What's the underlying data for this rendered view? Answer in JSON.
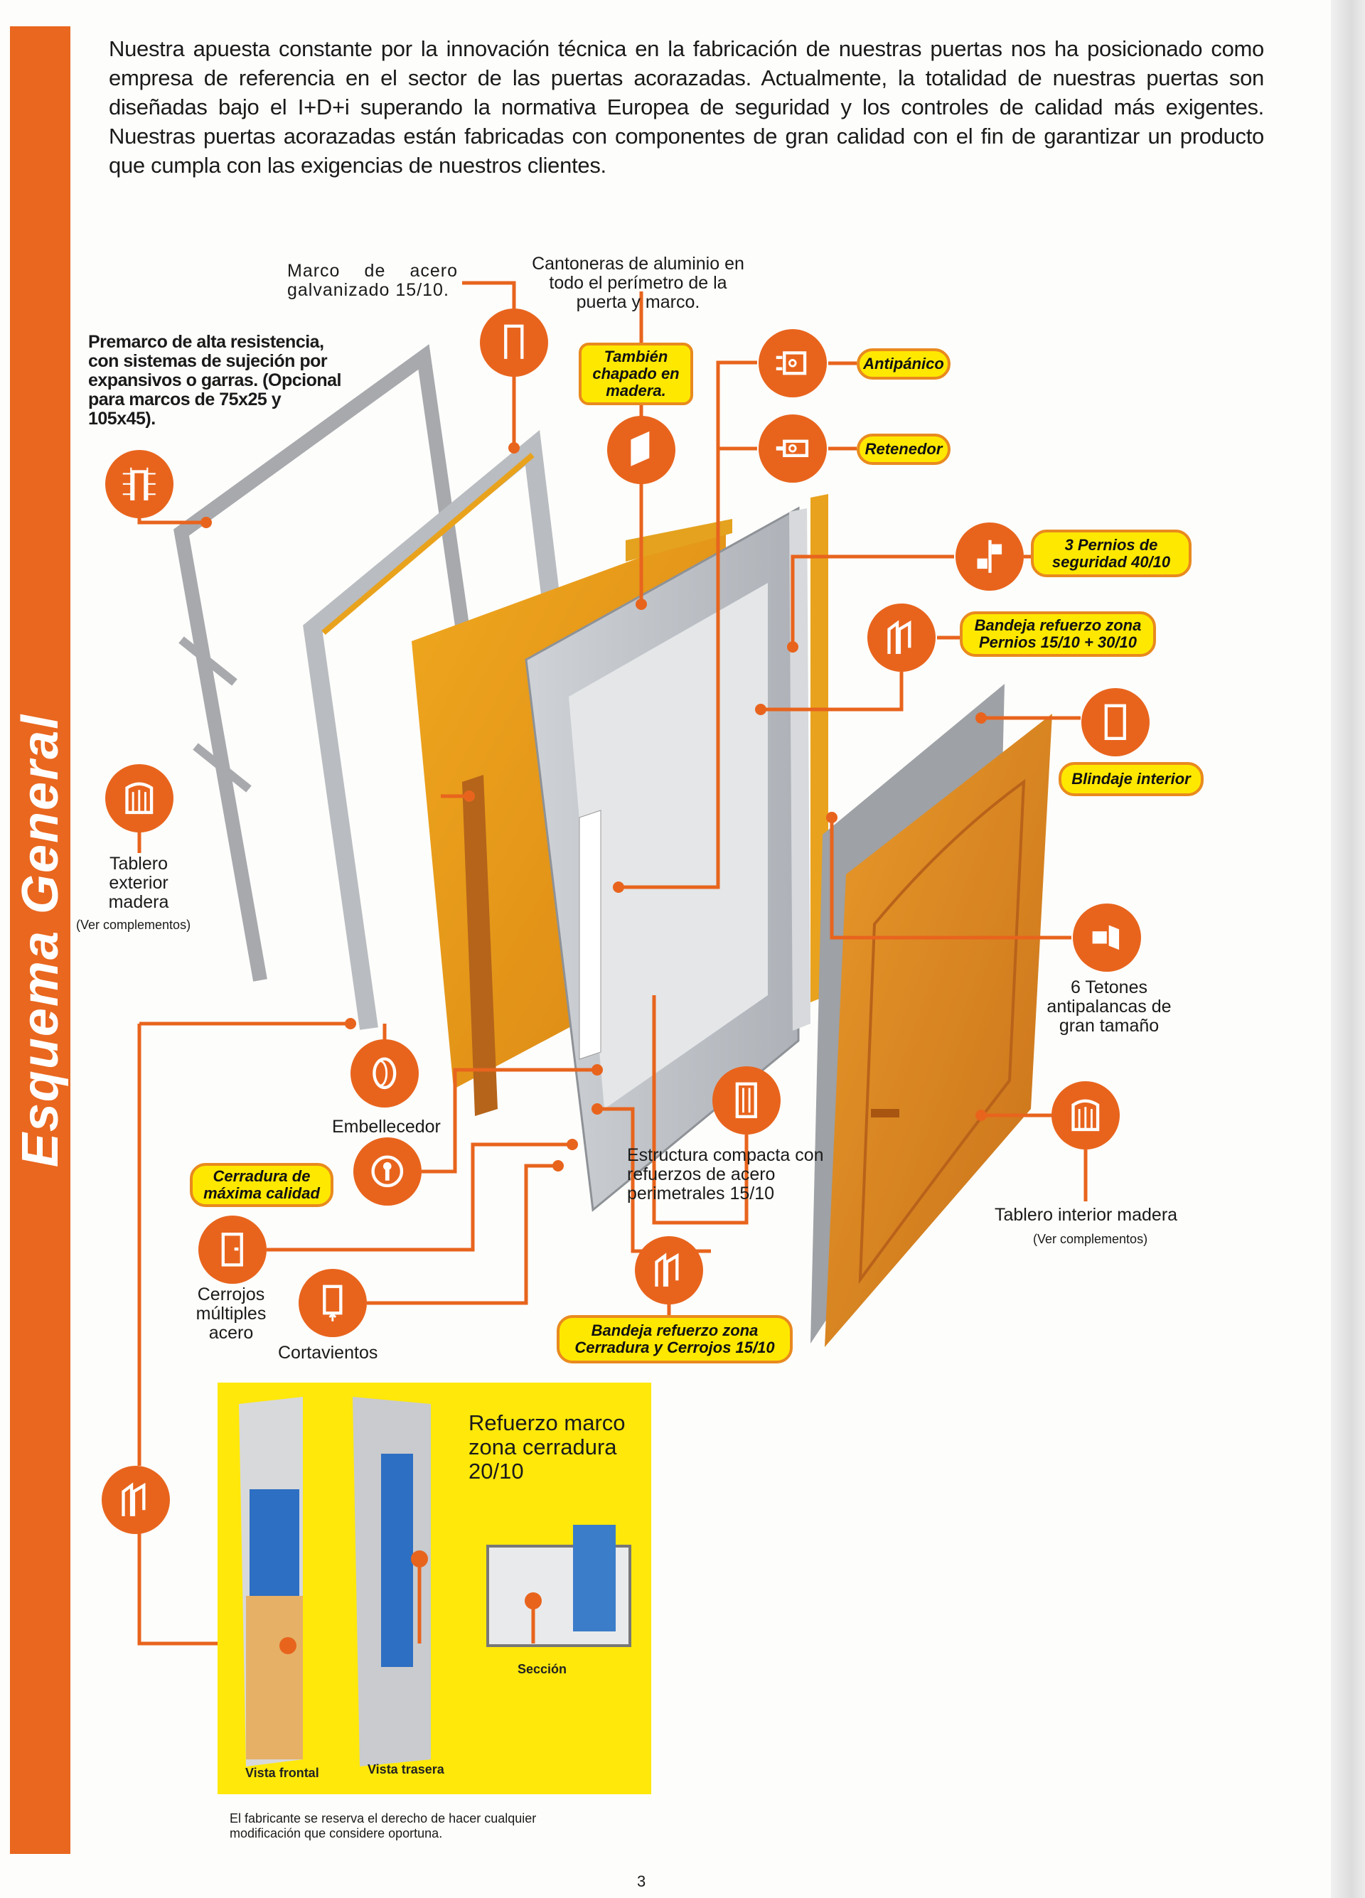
{
  "sidebar": {
    "title": "Esquema General"
  },
  "intro": {
    "text": "Nuestra apuesta constante por la innovación técnica en la fabricación de nuestras puertas nos ha posicionado como empresa de referencia en el sector de las puertas acorazadas. Actualmente, la totalidad de nuestras puertas son diseñadas bajo el I+D+i superando la normativa Europea de seguridad y los controles de calidad más exigentes. Nuestras puertas acorazadas están fabricadas con componentes de gran calidad con el fin de garantizar un producto que cumpla con las exigencias de nuestros clientes."
  },
  "labels": {
    "marco": "Marco de acero galvanizado 15/10.",
    "cantoneras": "Cantoneras de aluminio en todo el perímetro de la puerta y marco.",
    "premarco": "Premarco de alta resistencia, con sistemas de sujeción por expansivos o garras. (Opcional para marcos de 75x25 y 105x45).",
    "tablero_exterior": "Tablero exterior madera",
    "ver_complementos": "(Ver complementos)",
    "tetones": "6 Tetones antipalancas de gran tamaño",
    "tablero_interior": "Tablero interior madera",
    "embellecedor": "Embellecedor",
    "estructura": "Estructura compacta con refuerzos de acero perimetrales 15/10",
    "cerrojos": "Cerrojos múltiples acero",
    "cortavientos": "Cortavientos"
  },
  "pills": {
    "chapado": "También chapado en madera.",
    "antipanico": "Antipánico",
    "retenedor": "Retenedor",
    "pernios": "3 Pernios de seguridad 40/10",
    "bandeja_pernios": "Bandeja refuerzo zona Pernios 15/10 + 30/10",
    "blindaje": "Blindaje interior",
    "cerradura": "Cerradura de máxima calidad",
    "bandeja_cerradura": "Bandeja refuerzo zona Cerradura y Cerrojos 15/10"
  },
  "refuerzo": {
    "title": "Refuerzo marco zona cerradura 20/10",
    "seccion": "Sección",
    "vista_frontal": "Vista frontal",
    "vista_trasera": "Vista trasera"
  },
  "footer": {
    "disclaimer": "El fabricante se reserva el derecho de hacer cualquier modificación que considere oportuna.",
    "page_number": "3"
  },
  "colors": {
    "accent": "#e8641d",
    "highlight": "#ffe800"
  }
}
